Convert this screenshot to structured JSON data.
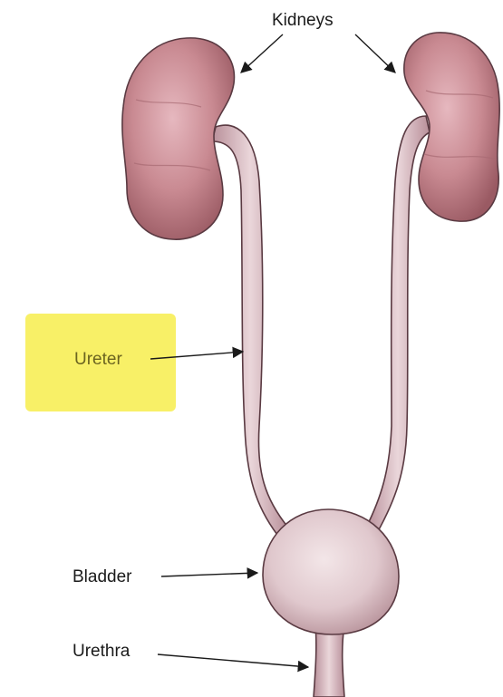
{
  "labels": {
    "kidneys": "Kidneys",
    "ureter": "Ureter",
    "bladder": "Bladder",
    "urethra": "Urethra"
  },
  "colors": {
    "highlight": "#f7ef5a",
    "kidney": "#c98a92",
    "ureter": "#dcc2c9",
    "bladder": "#e3cfd3",
    "outline": "#5a3a42"
  }
}
